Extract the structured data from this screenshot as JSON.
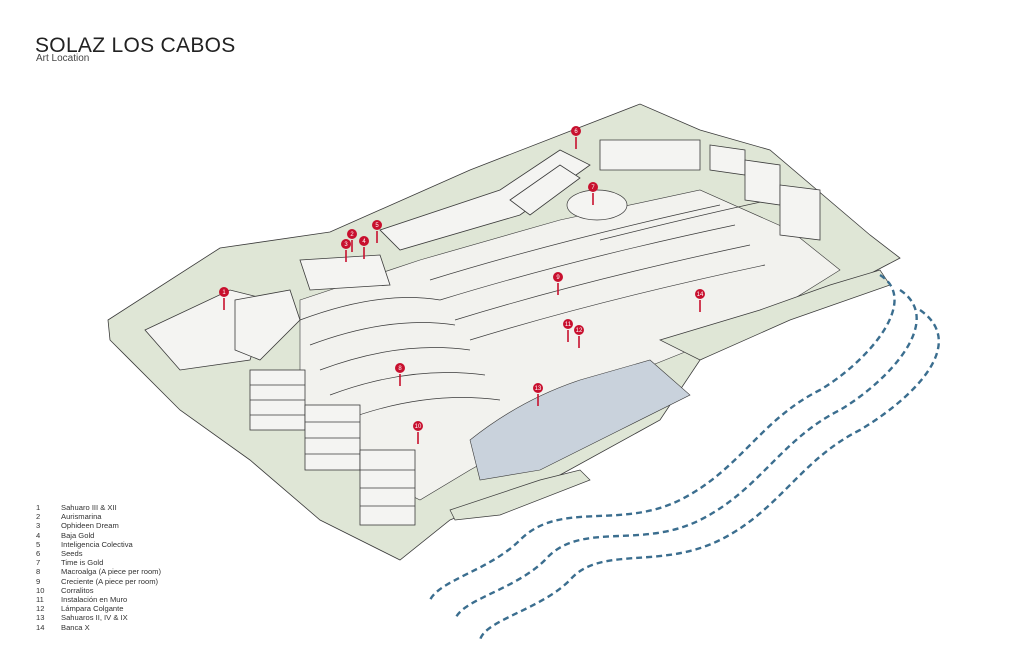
{
  "header": {
    "title": "SOLAZ LOS CABOS",
    "subtitle": "Art Location"
  },
  "legend": [
    {
      "number": "1",
      "name": "Sahuaro III & XII"
    },
    {
      "number": "2",
      "name": "Aurismarina"
    },
    {
      "number": "3",
      "name": "Ophideen Dream"
    },
    {
      "number": "4",
      "name": "Baja Gold"
    },
    {
      "number": "5",
      "name": "Inteligencia Colectiva"
    },
    {
      "number": "6",
      "name": "Seeds"
    },
    {
      "number": "7",
      "name": "Time is Gold"
    },
    {
      "number": "8",
      "name": "Macroalga (A piece per room)"
    },
    {
      "number": "9",
      "name": "Creciente (A piece per room)"
    },
    {
      "number": "10",
      "name": "Corralitos"
    },
    {
      "number": "11",
      "name": "Instalación en Muro"
    },
    {
      "number": "12",
      "name": "Lámpara Colgante"
    },
    {
      "number": "13",
      "name": "Sahuaros II, IV & IX"
    },
    {
      "number": "14",
      "name": "Banca X"
    }
  ],
  "markers": [
    "1",
    "2",
    "3",
    "4",
    "5",
    "6",
    "7",
    "8",
    "9",
    "10",
    "11",
    "12",
    "13",
    "14"
  ],
  "colors": {
    "marker": "#c8102e",
    "ground": "#dfe6d6",
    "building": "#f4f4f2",
    "outline": "#3a3a3a",
    "water": "#3b6e8f",
    "pool": "#c9d2dc"
  }
}
